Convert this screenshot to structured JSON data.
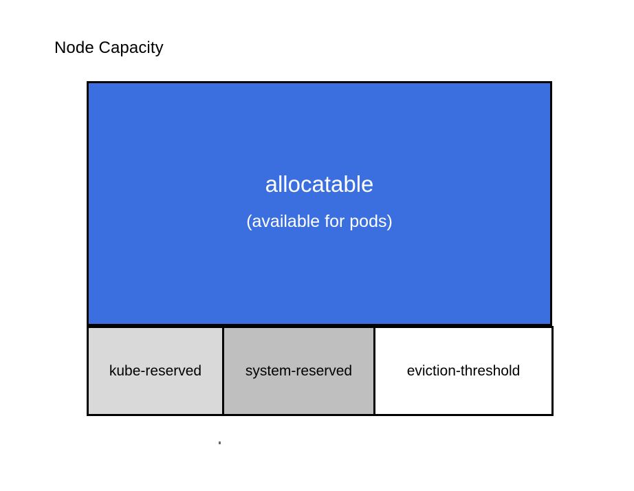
{
  "diagram": {
    "title": "Node Capacity",
    "type": "stacked-capacity-block",
    "allocatable": {
      "label": "allocatable",
      "sublabel": "(available for pods)",
      "fill_color": "#3b6fe0",
      "text_color": "#ffffff"
    },
    "reserved_segments": [
      {
        "label": "kube-reserved",
        "fill_color": "#d9d9d9",
        "text_color": "#000000"
      },
      {
        "label": "system-reserved",
        "fill_color": "#bfbfbf",
        "text_color": "#000000"
      },
      {
        "label": "eviction-threshold",
        "fill_color": "#ffffff",
        "text_color": "#000000"
      }
    ],
    "border_color": "#000000",
    "background_color": "#ffffff"
  }
}
